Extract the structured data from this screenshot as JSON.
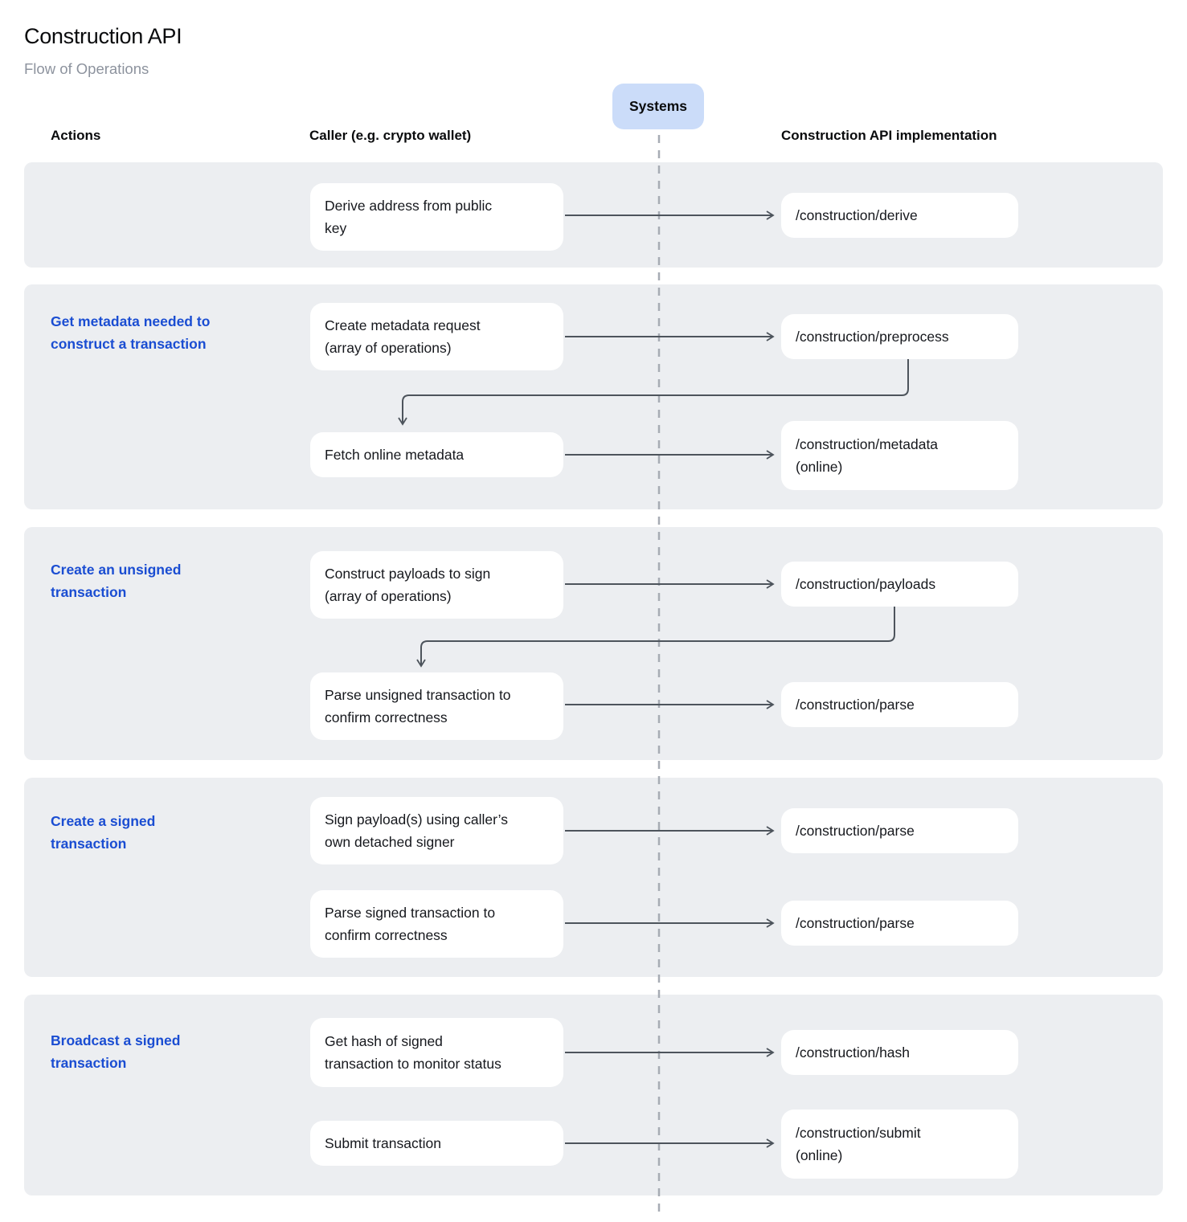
{
  "page": {
    "title": "Construction API",
    "subtitle": "Flow of Operations"
  },
  "systems_badge": {
    "label": "Systems"
  },
  "columns": {
    "actions": "Actions",
    "caller": "Caller (e.g. crypto wallet)",
    "implementation": "Construction API implementation"
  },
  "colors": {
    "action_label_blue": "#1a4dd2",
    "row_background": "#eceef1",
    "badge_background": "#cbdcf9",
    "arrow": "#4d545c",
    "dashed_system_line": "#a7acb4",
    "card_background": "#ffffff"
  },
  "rows": [
    {
      "action": "",
      "steps": [
        {
          "caller": "Derive address from public\nkey",
          "endpoint": "/construction/derive"
        }
      ]
    },
    {
      "action": "Get metadata needed to\nconstruct a transaction",
      "steps": [
        {
          "caller": "Create metadata request\n(array of operations)",
          "endpoint": "/construction/preprocess"
        },
        {
          "caller": "Fetch online metadata",
          "endpoint": "/construction/metadata\n(online)"
        }
      ]
    },
    {
      "action": "Create an unsigned\ntransaction",
      "steps": [
        {
          "caller": "Construct payloads to sign\n(array of operations)",
          "endpoint": "/construction/payloads"
        },
        {
          "caller": "Parse unsigned transaction to\nconfirm correctness",
          "endpoint": "/construction/parse"
        }
      ]
    },
    {
      "action": "Create a signed\ntransaction",
      "steps": [
        {
          "caller": "Sign payload(s) using caller’s\nown detached signer",
          "endpoint": "/construction/parse"
        },
        {
          "caller": "Parse signed transaction to\nconfirm correctness",
          "endpoint": "/construction/parse"
        }
      ]
    },
    {
      "action": "Broadcast a signed\ntransaction",
      "steps": [
        {
          "caller": "Get hash of signed\ntransaction to monitor status",
          "endpoint": "/construction/hash"
        },
        {
          "caller": "Submit transaction",
          "endpoint": "/construction/submit\n(online)"
        }
      ]
    }
  ]
}
